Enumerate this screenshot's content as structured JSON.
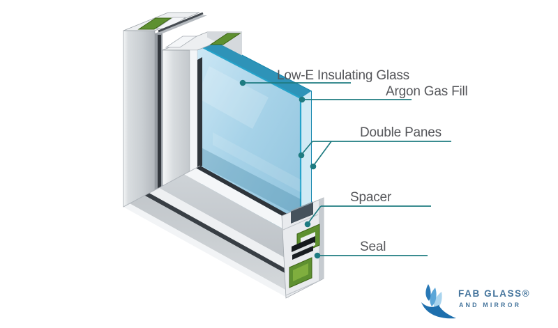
{
  "title": "Insulating glass window cross-section diagram",
  "callouts": {
    "low_e": {
      "text": "Low-E Insulating Glass"
    },
    "argon": {
      "text": "Argon Gas Fill"
    },
    "double_panes": {
      "text": "Double Panes"
    },
    "spacer": {
      "text": "Spacer"
    },
    "seal": {
      "text": "Seal"
    }
  },
  "logo": {
    "brand": "FAB GLASS®",
    "tagline": "AND MIRROR"
  },
  "colors": {
    "leader": "#1e7b81",
    "label_text": "#55565a",
    "glass_face": "#a6d2e8",
    "glass_edge": "#1b9ac2",
    "frame_gray": "#ccd1d5",
    "gasket_green": "#5e9030",
    "spacer_dark": "#46525c",
    "seal_black": "#15191d",
    "logo_blue": "#44749c"
  }
}
